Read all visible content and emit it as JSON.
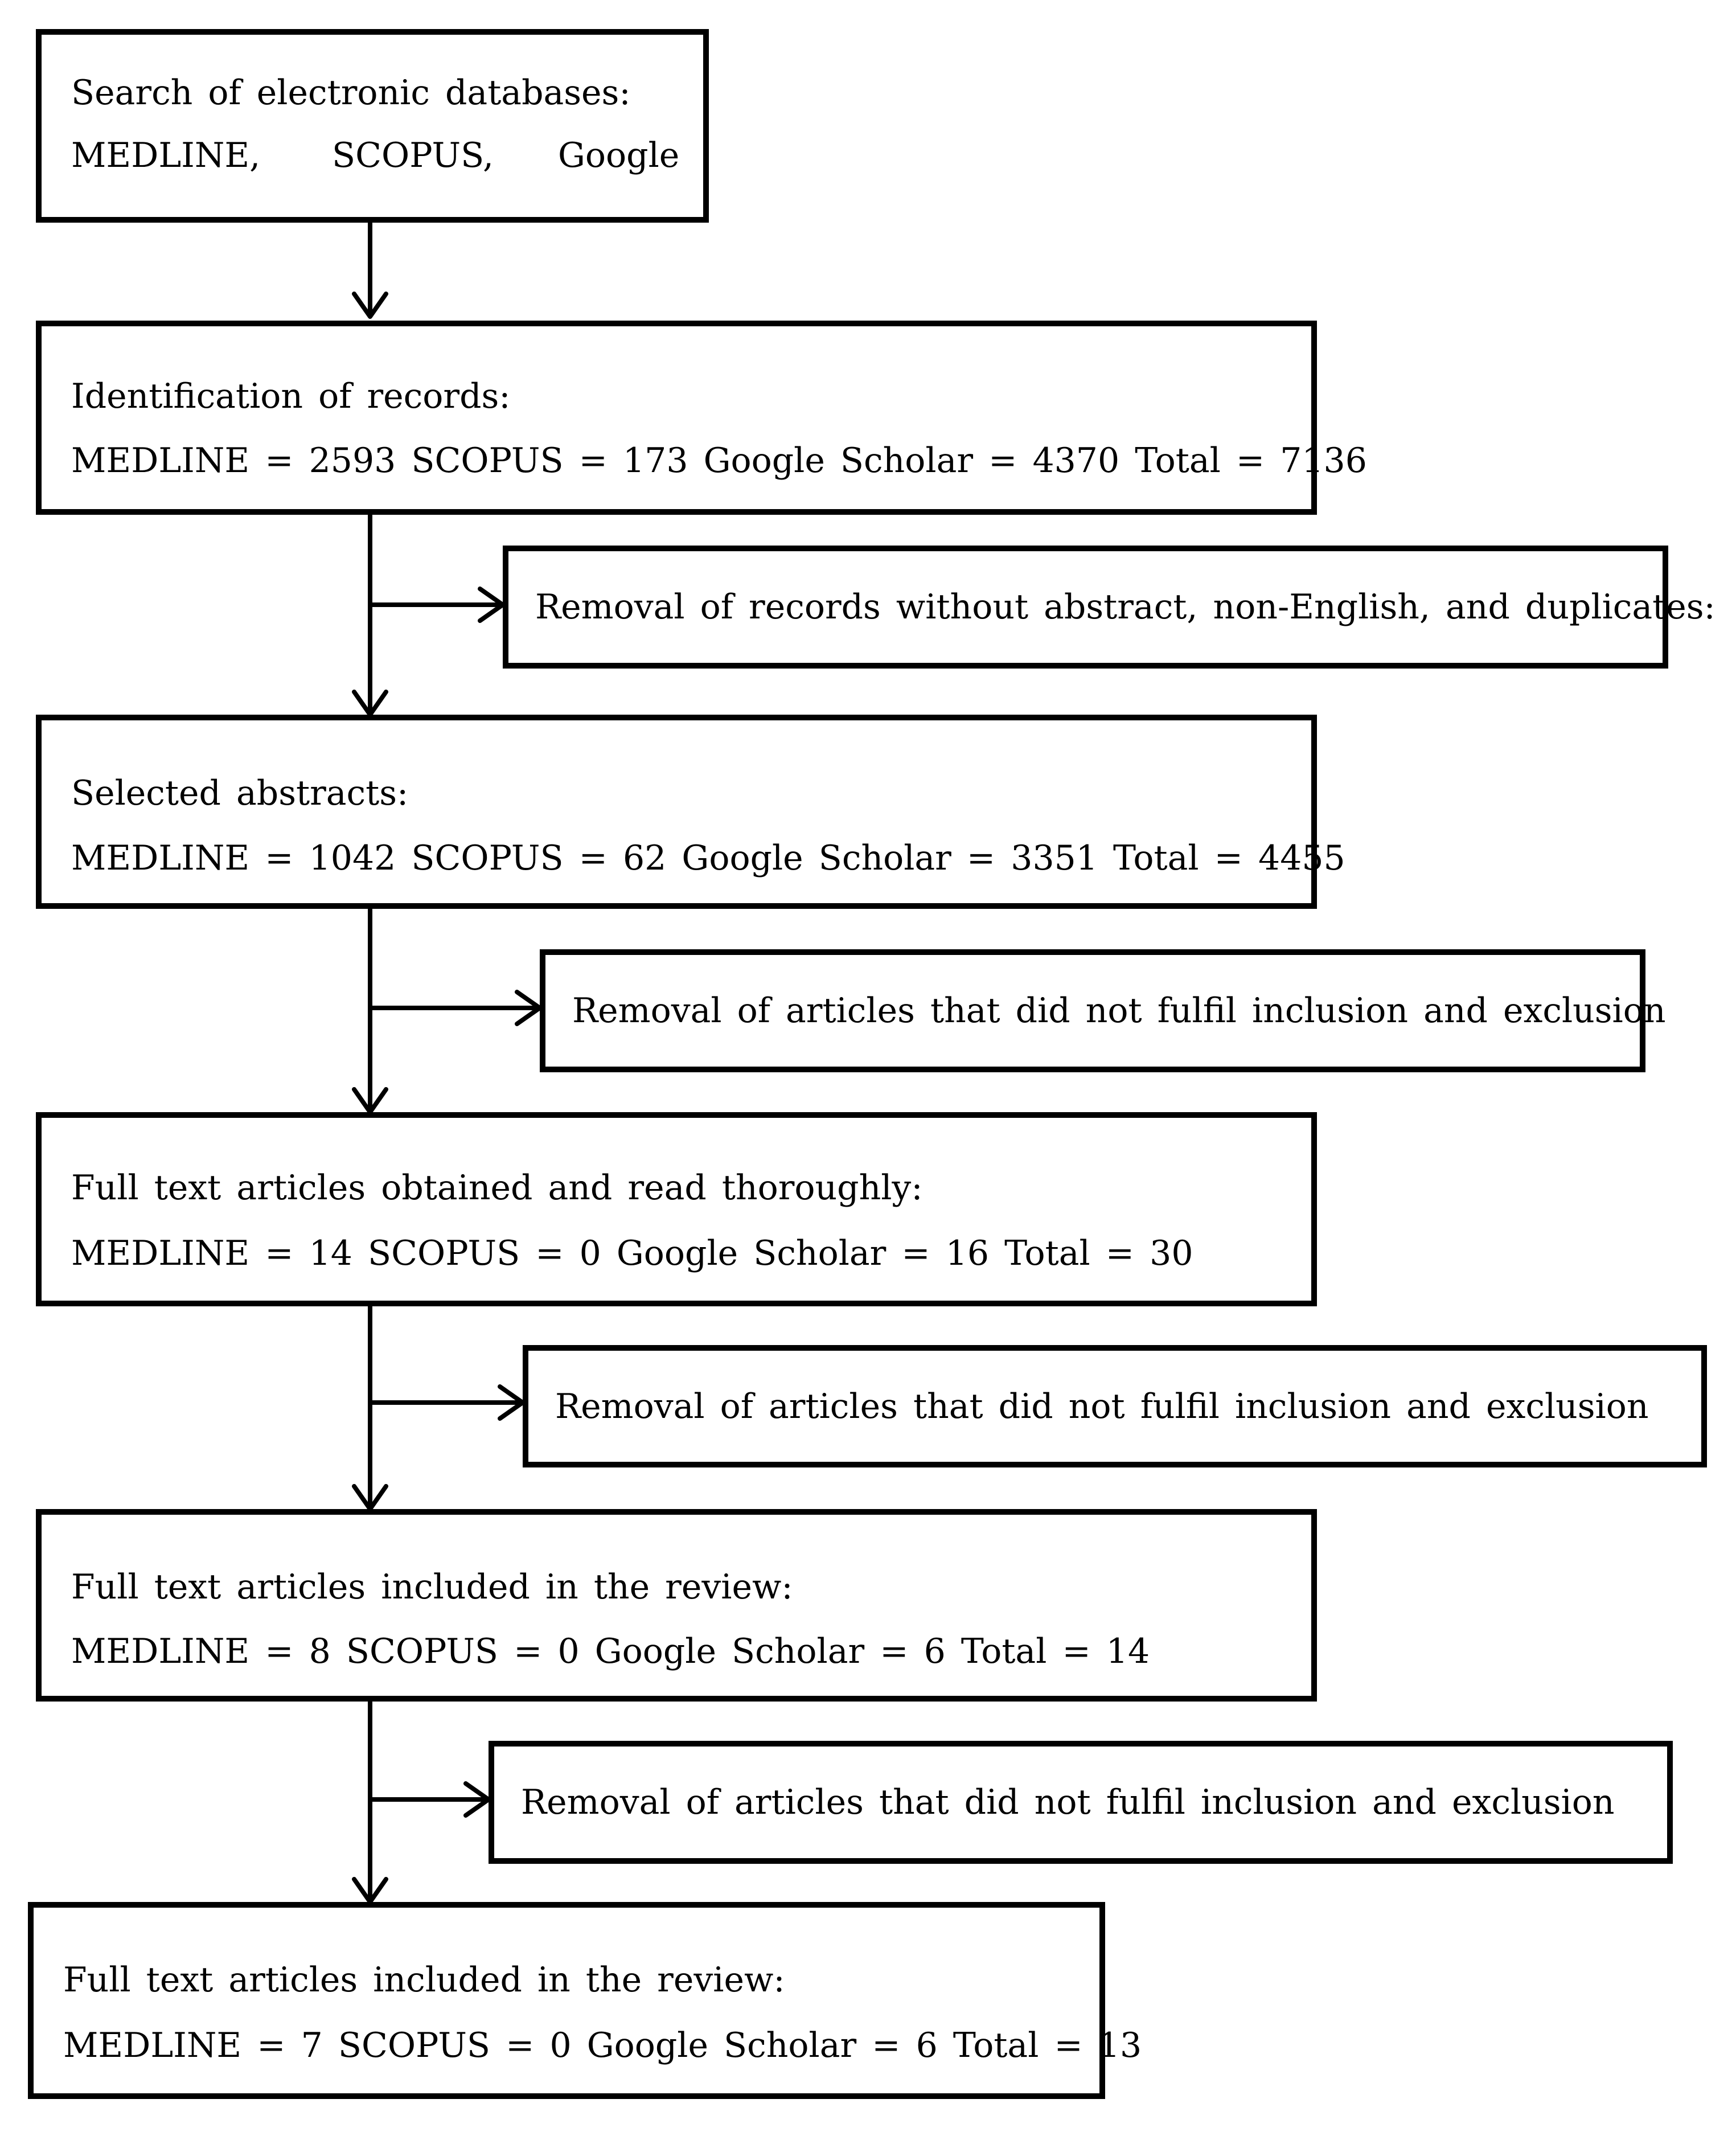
{
  "flow": {
    "search": {
      "line1": "Search of electronic databases:",
      "line2_parts": [
        "MEDLINE,",
        "SCOPUS,",
        "Google"
      ]
    },
    "identification": {
      "heading": "Identification of records:",
      "counts": "MEDLINE = 2593 SCOPUS = 173 Google Scholar = 4370 Total = 7136"
    },
    "removal_1": "Removal of records without abstract, non-English, and duplicates:",
    "selected_abstracts": {
      "heading": "Selected abstracts:",
      "counts": "MEDLINE = 1042 SCOPUS = 62 Google Scholar = 3351 Total = 4455"
    },
    "removal_2": "Removal of articles that did not fulfil inclusion and exclusion",
    "full_text_read": {
      "heading": "Full text articles obtained and read thoroughly:",
      "counts": "MEDLINE = 14 SCOPUS = 0 Google Scholar = 16 Total = 30"
    },
    "removal_3": "Removal of articles that did not fulfil inclusion and exclusion",
    "included_1": {
      "heading": "Full text articles included in the review:",
      "counts": "MEDLINE = 8 SCOPUS = 0 Google Scholar = 6 Total = 14"
    },
    "removal_4": "Removal of articles that did not fulfil inclusion and exclusion",
    "included_final": {
      "heading": "Full text articles included in the review:",
      "counts": "MEDLINE = 7 SCOPUS = 0 Google Scholar = 6 Total = 13"
    }
  }
}
